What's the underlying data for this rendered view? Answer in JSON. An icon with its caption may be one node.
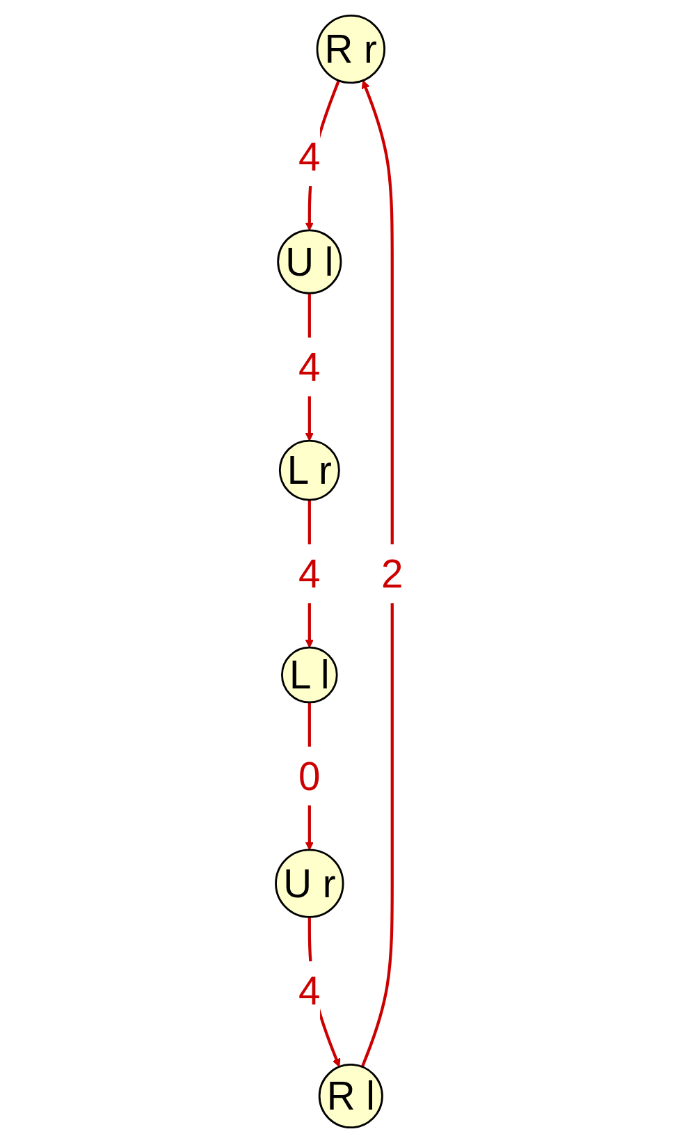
{
  "diagram": {
    "nodes": [
      {
        "text": [
          "R r"
        ]
      },
      {
        "text": [
          "R l"
        ]
      },
      {
        "text": [
          "U l"
        ]
      },
      {
        "text": [
          "U r"
        ]
      },
      {
        "text": [
          "L r"
        ]
      },
      {
        "text": [
          "L l"
        ]
      }
    ],
    "edges": [
      {
        "from": 1,
        "to": 0,
        "arrow": "to",
        "label": "2"
      },
      {
        "from": 0,
        "to": 2,
        "arrow": "to",
        "label": "4"
      },
      {
        "from": 3,
        "to": 1,
        "arrow": "to",
        "label": "4"
      },
      {
        "from": 2,
        "to": 4,
        "arrow": "to",
        "label": "4"
      },
      {
        "from": 5,
        "to": 3,
        "arrow": "to",
        "label": "0"
      },
      {
        "from": 4,
        "to": 5,
        "arrow": "to",
        "label": "4"
      }
    ]
  }
}
